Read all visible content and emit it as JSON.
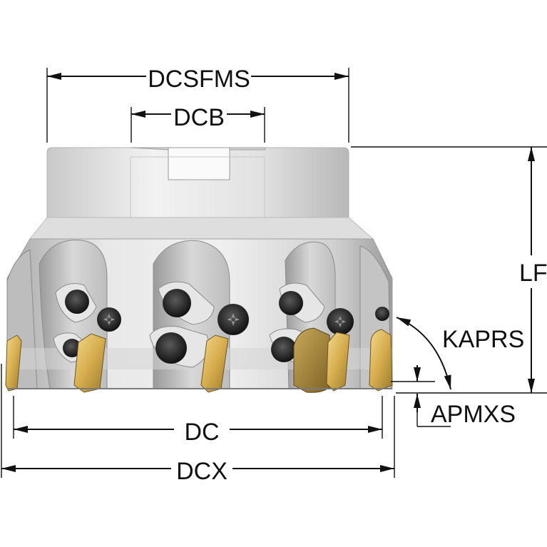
{
  "labels": {
    "dcsfms": "DCSFMS",
    "dcb": "DCB",
    "lf": "LF",
    "kaprs": "KAPRS",
    "dc": "DC",
    "apmxs": "APMXS",
    "dcx": "DCX"
  },
  "colors": {
    "body_light": "#ececec",
    "body_mid": "#cfcfcf",
    "body_dark": "#9a9a9a",
    "insert_gold": "#d9b45a",
    "insert_dark": "#8a6a28",
    "screw": "#2a2a2a",
    "line": "#111111"
  }
}
